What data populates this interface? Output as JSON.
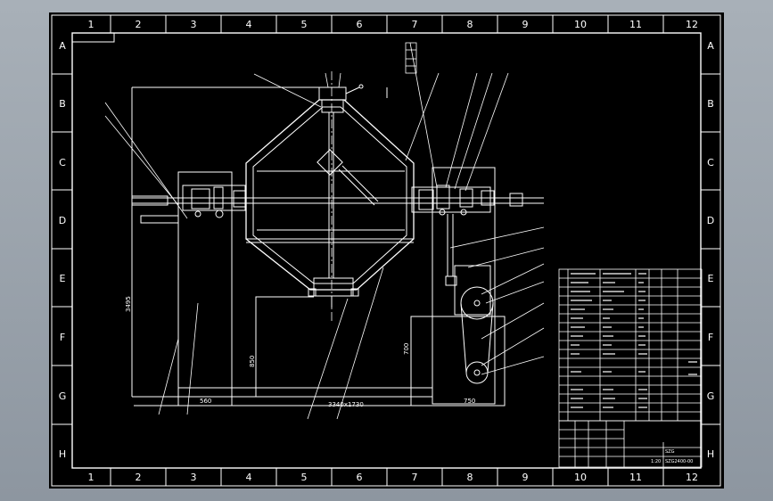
{
  "frame": {
    "columns": [
      "1",
      "2",
      "3",
      "4",
      "5",
      "6",
      "7",
      "8",
      "9",
      "10",
      "11",
      "12"
    ],
    "rows": [
      "A",
      "B",
      "C",
      "D",
      "E",
      "F",
      "G",
      "H"
    ]
  },
  "dimensions": {
    "overall_height": "3495",
    "left_support_width": "560",
    "center_support_height": "850",
    "base_length": "3340x1730",
    "right_support_height": "700",
    "motor_base_width": "750"
  },
  "title_block": {
    "drawing_number": "SZG2400-00",
    "title_text": "SZG",
    "sheet_label": "1:20"
  },
  "colors": {
    "paper": "#000000",
    "lines": "#ffffff",
    "background": "#9aa3ad"
  }
}
